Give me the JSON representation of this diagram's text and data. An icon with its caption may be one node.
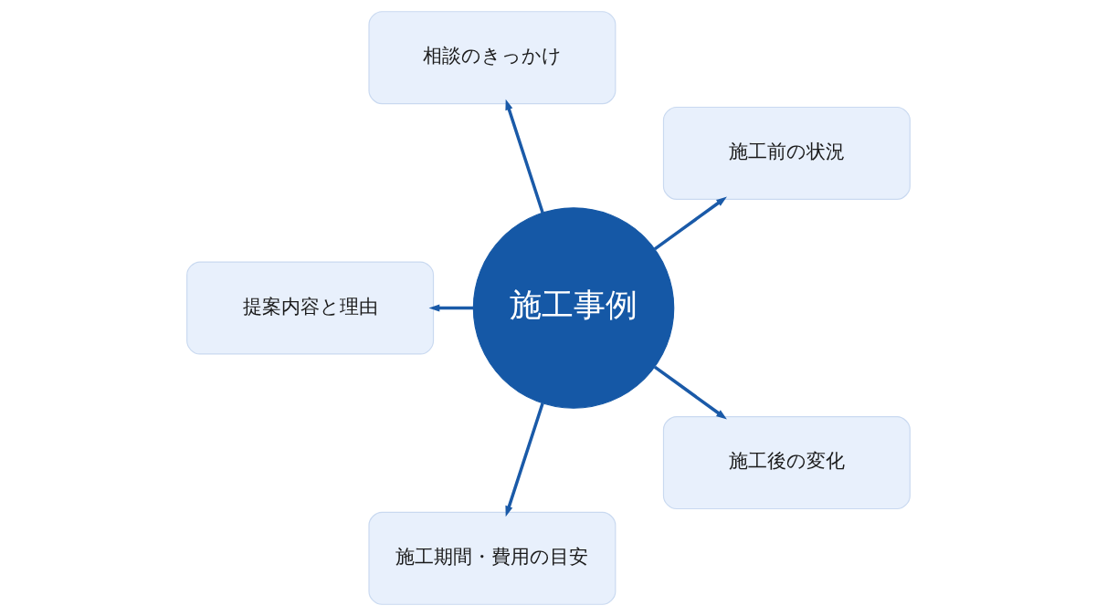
{
  "diagram": {
    "nodes": [
      {
        "text": [
          "施工前の状況"
        ]
      },
      {
        "text": [
          "相談のきっかけ"
        ]
      },
      {
        "text": [
          "施工事例"
        ]
      },
      {
        "text": [
          "提案内容と理由"
        ]
      },
      {
        "text": [
          "施工期間・費用の目安"
        ]
      },
      {
        "text": [
          "施工後の変化"
        ]
      }
    ],
    "edges": [
      {
        "from": 2,
        "to": 0,
        "arrow": "to"
      },
      {
        "from": 2,
        "to": 1,
        "arrow": "to"
      },
      {
        "from": 2,
        "to": 3,
        "arrow": "to"
      },
      {
        "from": 2,
        "to": 4,
        "arrow": "to"
      },
      {
        "from": 2,
        "to": 5,
        "arrow": "to"
      }
    ]
  }
}
